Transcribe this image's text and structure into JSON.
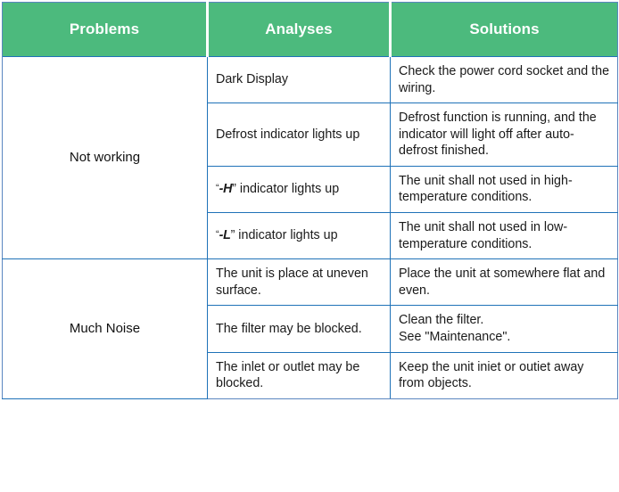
{
  "table": {
    "columns": [
      {
        "key": "problems",
        "label": "Problems"
      },
      {
        "key": "analyses",
        "label": "Analyses"
      },
      {
        "key": "solutions",
        "label": "Solutions"
      }
    ],
    "header_bg": "#4cba7d",
    "header_text_color": "#ffffff",
    "border_color": "#1f72b8",
    "outer_border_color": "#5b86c0",
    "sections": [
      {
        "problem": "Not working",
        "rows": [
          {
            "analysis": "Dark Display",
            "solution": "Check the power cord socket and the wiring."
          },
          {
            "analysis": "Defrost indicator lights up",
            "solution": "Defrost function is running, and the indicator will light off after auto-defrost finished."
          },
          {
            "analysis": "“ -H ” indicator lights up",
            "analysis_prefix": "“",
            "analysis_code": "-H",
            "analysis_suffix": "” indicator lights up",
            "solution": "The unit shall not used in high-temperature conditions."
          },
          {
            "analysis": "“ -L ” indicator lights up",
            "analysis_prefix": "“",
            "analysis_code": "-L",
            "analysis_suffix": "” indicator lights up",
            "solution": "The unit shall not used in low-temperature conditions."
          }
        ]
      },
      {
        "problem": "Much Noise",
        "rows": [
          {
            "analysis": "The unit is place at uneven surface.",
            "solution": "Place the unit at somewhere flat and even."
          },
          {
            "analysis": "The filter may be blocked.",
            "solution": "Clean the filter.\nSee \"Maintenance\"."
          },
          {
            "analysis": "The inlet or outlet may be blocked.",
            "solution": "Keep the unit iniet or outiet away from objects."
          }
        ]
      }
    ]
  }
}
